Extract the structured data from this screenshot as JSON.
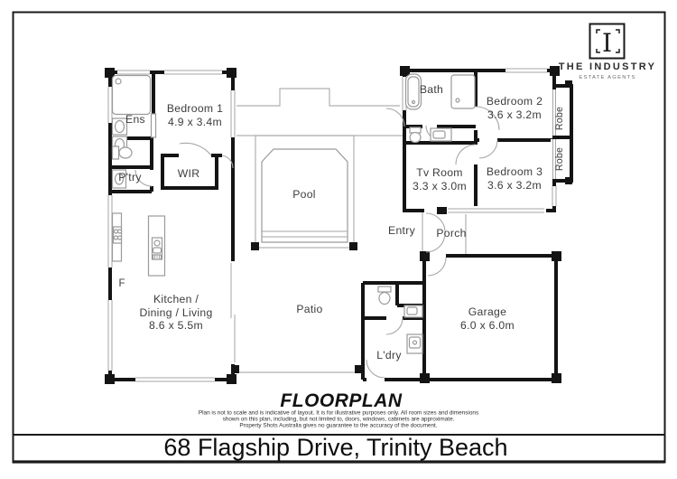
{
  "logo": {
    "monogram": "I",
    "name": "THE INDUSTRY",
    "tagline": "ESTATE AGENTS"
  },
  "rooms": {
    "bedroom1": {
      "label": "Bedroom 1",
      "dims": "4.9 x 3.4m"
    },
    "ens": {
      "label": "Ens"
    },
    "pantry": {
      "label": "P'try"
    },
    "wir": {
      "label": "WIR"
    },
    "kitchen": {
      "line1": "Kitchen /",
      "line2": "Dining / Living",
      "dims": "8.6 x 5.5m"
    },
    "fridge": {
      "label": "F"
    },
    "pool": {
      "label": "Pool"
    },
    "patio": {
      "label": "Patio"
    },
    "bath": {
      "label": "Bath"
    },
    "bedroom2": {
      "label": "Bedroom 2",
      "dims": "3.6 x 3.2m"
    },
    "bedroom3": {
      "label": "Bedroom 3",
      "dims": "3.6 x 3.2m"
    },
    "robe_bedroom2": {
      "label": "Robe"
    },
    "robe_bedroom3": {
      "label": "Robe"
    },
    "tv_room": {
      "label": "Tv Room",
      "dims": "3.3 x 3.0m"
    },
    "entry": {
      "label": "Entry"
    },
    "porch": {
      "label": "Porch"
    },
    "garage": {
      "label": "Garage",
      "dims": "6.0 x 6.0m"
    },
    "laundry": {
      "label": "L'dry"
    }
  },
  "footer": {
    "plan_title": "FLOORPLAN",
    "disclaimer_line1": "Plan is not to scale and is indicative of layout. It is for illustrative purposes only. All room sizes and dimensions",
    "disclaimer_line2": "shown on this plan, including, but not limited to, doors, windows, cabinets are approximate.",
    "disclaimer_line3": "Property Shots Australia gives no guarantee to the accuracy of the document.",
    "address": "68 Flagship Drive, Trinity Beach"
  }
}
